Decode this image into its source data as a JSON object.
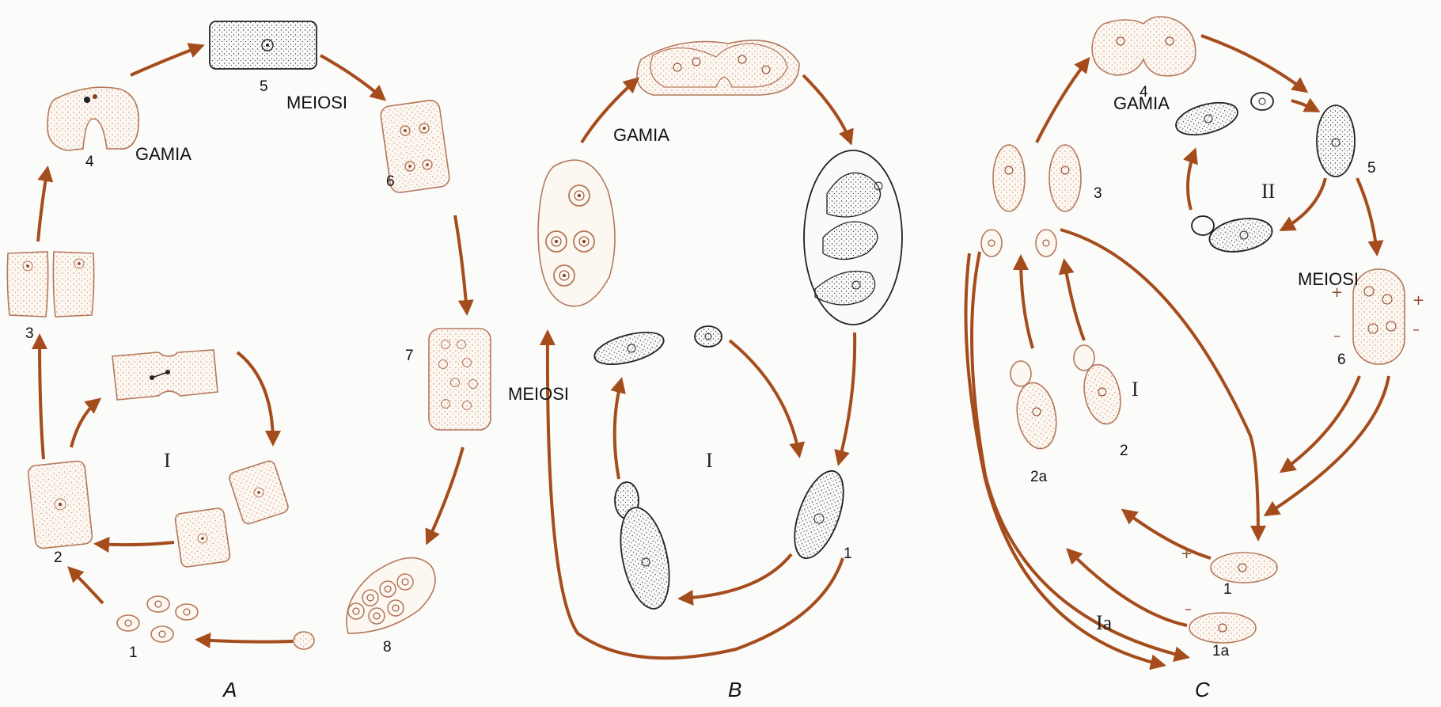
{
  "colors": {
    "haploid_cell": "#b4785a",
    "diploid_cell": "#222222",
    "arrow": "#a54c1c"
  },
  "panels": [
    {
      "letter": "A",
      "phase_words": [
        "GAMIA",
        "MEIOSI"
      ],
      "cycle_label": "I",
      "numbers": [
        "1",
        "2",
        "3",
        "4",
        "5",
        "6",
        "7",
        "8"
      ]
    },
    {
      "letter": "B",
      "phase_words": [
        "GAMIA",
        "MEIOSI"
      ],
      "cycle_label": "I",
      "numbers": [
        "1"
      ]
    },
    {
      "letter": "C",
      "phase_words": [
        "GAMIA",
        "MEIOSI"
      ],
      "cycle_labels": [
        "I",
        "II",
        "Ia"
      ],
      "numbers": [
        "1",
        "1a",
        "2",
        "2a",
        "3",
        "4",
        "5",
        "6"
      ],
      "signs": [
        "+",
        "+",
        "–",
        "–",
        "+",
        "–"
      ]
    }
  ]
}
